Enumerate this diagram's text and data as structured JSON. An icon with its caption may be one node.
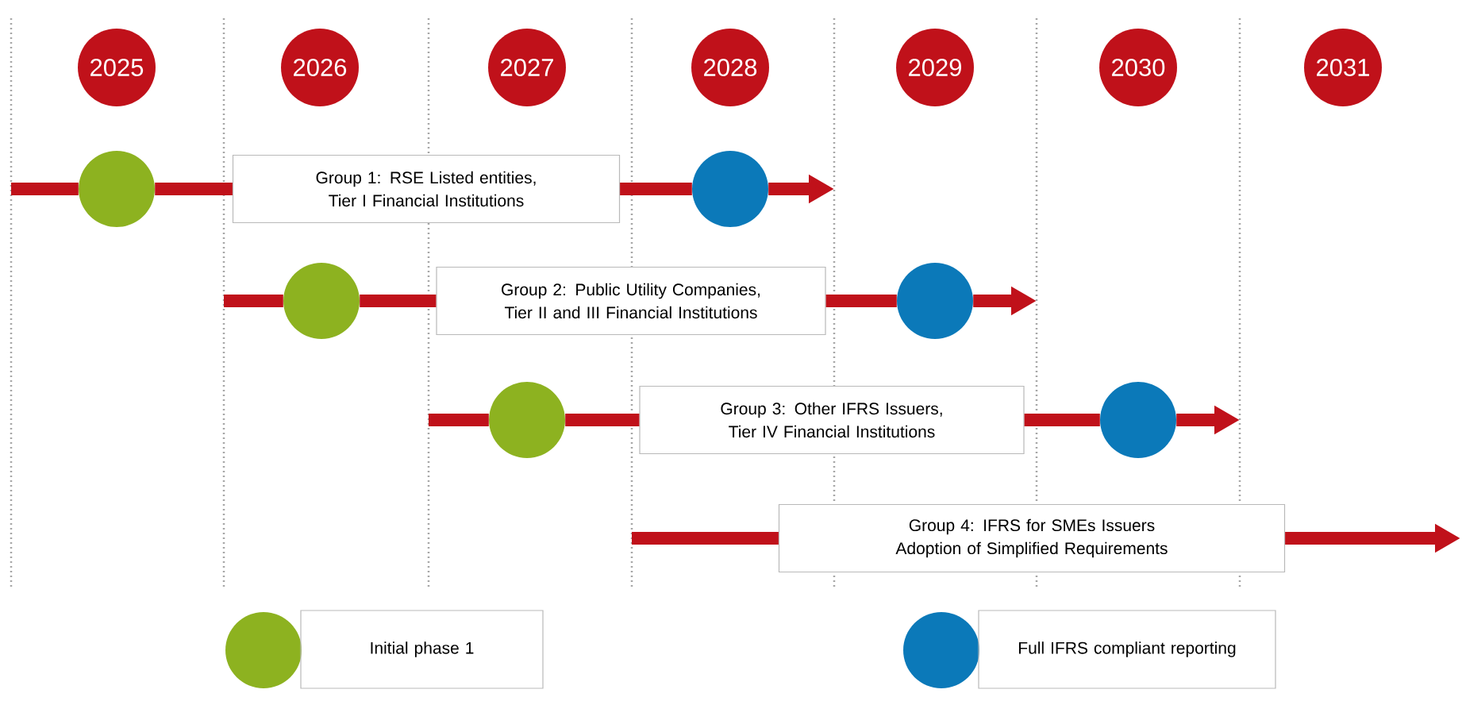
{
  "diagram": {
    "nodes": [
      {
        "text": [
          "2025"
        ]
      },
      {
        "text": [
          "2026"
        ]
      },
      {
        "text": [
          "2027"
        ]
      },
      {
        "text": [
          "2028"
        ]
      },
      {
        "text": [
          "2029"
        ]
      },
      {
        "text": [
          "2030"
        ]
      },
      {
        "text": [
          "2031"
        ]
      },
      {
        "text": [],
        "shape": "circle"
      },
      {
        "text": [
          "Group 1: RSE Listed entities, Tier I Financial Institutions"
        ]
      },
      {
        "text": [],
        "shape": "circle"
      },
      {
        "text": [],
        "shape": "circle"
      },
      {
        "text": [
          "Group 2: Public Utility Companies, Tier II and III Financial Institutions"
        ]
      },
      {
        "text": [],
        "shape": "circle"
      },
      {
        "text": [],
        "shape": "circle"
      },
      {
        "text": [
          "Group 3: Other IFRS Issuers, Tier IV Financial Institutions"
        ]
      },
      {
        "text": [],
        "shape": "circle"
      },
      {
        "text": [
          "Group 4: IFRS for SMEs Issuers Adoption of Simplified Requirements"
        ]
      }
    ],
    "edges": [
      {
        "from": null,
        "to": 7,
        "arrow": "none"
      },
      {
        "from": 7,
        "to": 8,
        "arrow": "none"
      },
      {
        "from": 8,
        "to": 9,
        "arrow": "none"
      },
      {
        "from": 9,
        "to": null,
        "arrow": "to"
      },
      {
        "from": null,
        "to": 10,
        "arrow": "none"
      },
      {
        "from": 10,
        "to": 11,
        "arrow": "none"
      },
      {
        "from": 11,
        "to": 12,
        "arrow": "none"
      },
      {
        "from": 12,
        "to": null,
        "arrow": "to"
      },
      {
        "from": null,
        "to": 13,
        "arrow": "none"
      },
      {
        "from": 13,
        "to": 14,
        "arrow": "none"
      },
      {
        "from": 14,
        "to": 15,
        "arrow": "none"
      },
      {
        "from": 15,
        "to": null,
        "arrow": "to"
      },
      {
        "from": null,
        "to": 16,
        "arrow": "none"
      },
      {
        "from": 16,
        "to": null,
        "arrow": "to"
      }
    ],
    "legend": [
      {
        "text": "Initial phase 1",
        "color": "#8db220"
      },
      {
        "text": "Full IFRS compliant reporting",
        "color": "#0b79b9"
      }
    ]
  }
}
